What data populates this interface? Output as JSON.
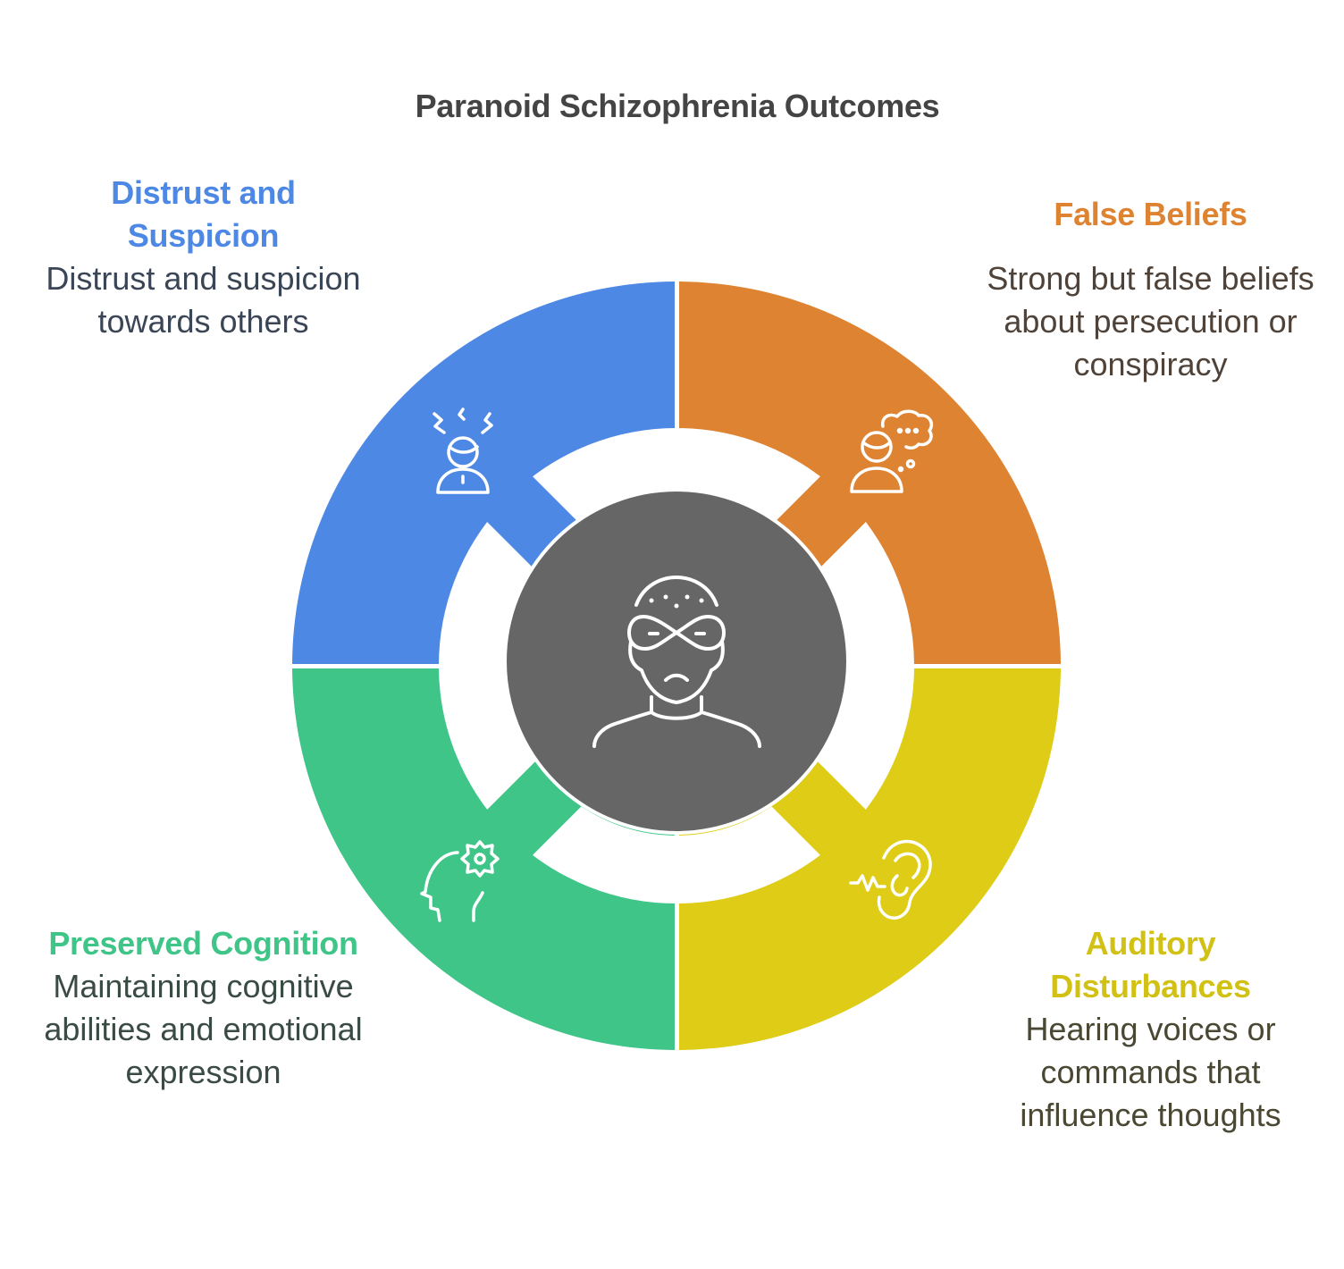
{
  "title": "Paranoid Schizophrenia Outcomes",
  "center": {
    "icon": "paranoid-person-icon",
    "color": "#666666"
  },
  "items": [
    {
      "position": "top-left",
      "heading": "Distrust and Suspicion",
      "description": "Distrust and suspicion towards others",
      "color": "#4E88E5",
      "text_color": "#3A4556",
      "icon": "stressed-person-icon"
    },
    {
      "position": "top-right",
      "heading": "False Beliefs",
      "description": "Strong but false beliefs about persecution or conspiracy",
      "color": "#DE8331",
      "text_color": "#4F4238",
      "icon": "thinking-person-icon"
    },
    {
      "position": "bottom-left",
      "heading": "Preserved Cognition",
      "description": "Maintaining cognitive abilities and emotional expression",
      "color": "#3FC587",
      "text_color": "#3A4B44",
      "icon": "head-gear-icon"
    },
    {
      "position": "bottom-right",
      "heading": "Auditory Disturbances",
      "description": "Hearing voices or commands that influence thoughts",
      "color": "#DECC17",
      "text_color": "#4A4732",
      "icon": "ear-sound-icon"
    }
  ]
}
